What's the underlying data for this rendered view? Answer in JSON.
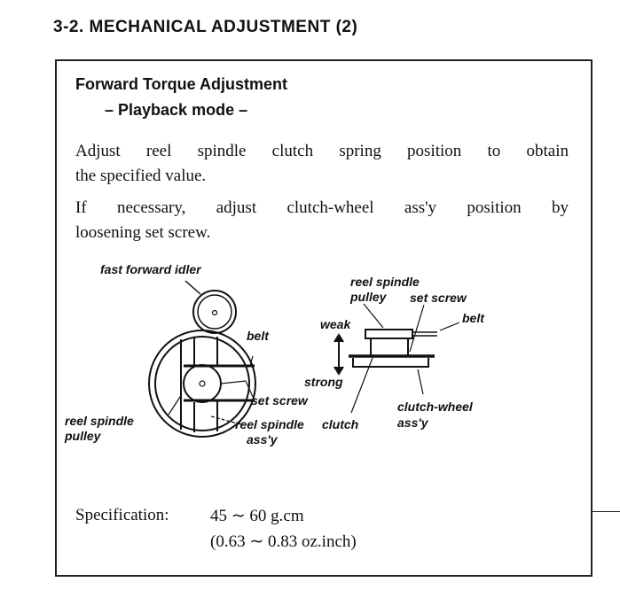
{
  "section_heading": "3-2.  MECHANICAL  ADJUSTMENT (2)",
  "title": "Forward Torque Adjustment",
  "subtitle": "– Playback mode –",
  "paragraphs": [
    "Adjust reel spindle clutch  spring position to obtain",
    "the specified value.",
    "If  necessary,  adjust  clutch-wheel  ass'y  position  by",
    "loosening set screw."
  ],
  "diagram_labels": {
    "fast_forward_idler": "fast forward idler",
    "belt_left": "belt",
    "set_screw_left": "set screw",
    "reel_spindle_pulley_left_1": "reel spindle",
    "reel_spindle_pulley_left_2": "pulley",
    "reel_spindle_assy_1": "reel spindle",
    "reel_spindle_assy_2": "ass'y",
    "reel_spindle_pulley_right_1": "reel spindle",
    "reel_spindle_pulley_right_2": "pulley",
    "set_screw_right": "set screw",
    "belt_right": "belt",
    "weak": "weak",
    "strong": "strong",
    "clutch": "clutch",
    "clutch_wheel_assy_1": "clutch-wheel",
    "clutch_wheel_assy_2": "ass'y"
  },
  "specification": {
    "label": "Specification:",
    "metric": "45 ∼ 60 g.cm",
    "imperial": "(0.63 ∼ 0.83 oz.inch)"
  }
}
